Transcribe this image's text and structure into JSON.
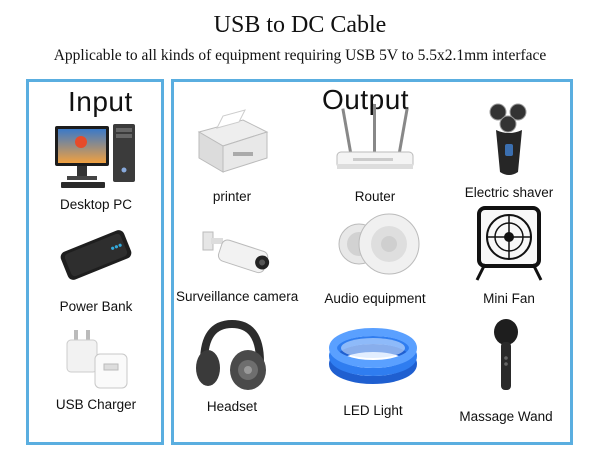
{
  "title": "USB to DC Cable",
  "subtitle": "Applicable to all kinds of equipment requiring USB 5V to 5.5x2.1mm interface",
  "input": {
    "heading": "Input",
    "items": [
      {
        "label": "Desktop PC",
        "icon": "desktop-pc-icon"
      },
      {
        "label": "Power Bank",
        "icon": "power-bank-icon"
      },
      {
        "label": "USB Charger",
        "icon": "usb-charger-icon"
      }
    ]
  },
  "output": {
    "heading": "Output",
    "items": [
      {
        "label": "printer",
        "icon": "printer-icon"
      },
      {
        "label": "Router",
        "icon": "router-icon"
      },
      {
        "label": "Electric shaver",
        "icon": "electric-shaver-icon"
      },
      {
        "label": "Surveillance camera",
        "icon": "surveillance-camera-icon"
      },
      {
        "label": "Audio equipment",
        "icon": "audio-equipment-icon"
      },
      {
        "label": "Mini Fan",
        "icon": "mini-fan-icon"
      },
      {
        "label": "Headset",
        "icon": "headset-icon"
      },
      {
        "label": "LED Light",
        "icon": "led-light-icon"
      },
      {
        "label": "Massage Wand",
        "icon": "massage-wand-icon"
      }
    ]
  },
  "colors": {
    "frame": "#5aaee0",
    "led": "#2f7df0"
  }
}
